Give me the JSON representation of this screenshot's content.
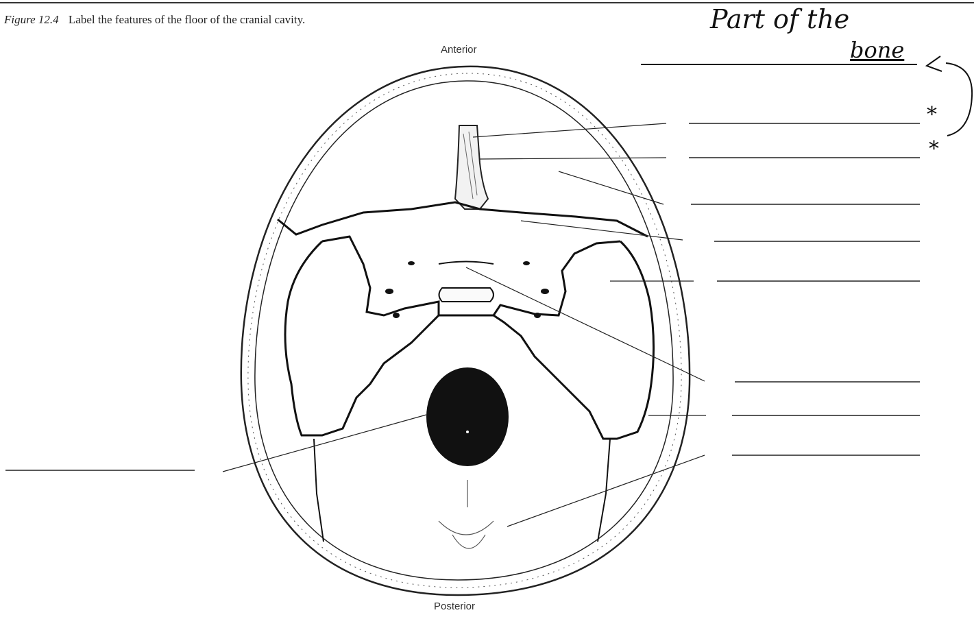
{
  "caption": {
    "figure_label": "Figure 12.4",
    "text": "Label the features of the floor of the cranial cavity."
  },
  "orientation": {
    "anterior": "Anterior",
    "posterior": "Posterior"
  },
  "handwriting": {
    "line1": "Part of the",
    "line2": "bone",
    "star1": "*",
    "star2": "*"
  },
  "label_blanks": {
    "right_count": 8,
    "left_count": 1
  }
}
